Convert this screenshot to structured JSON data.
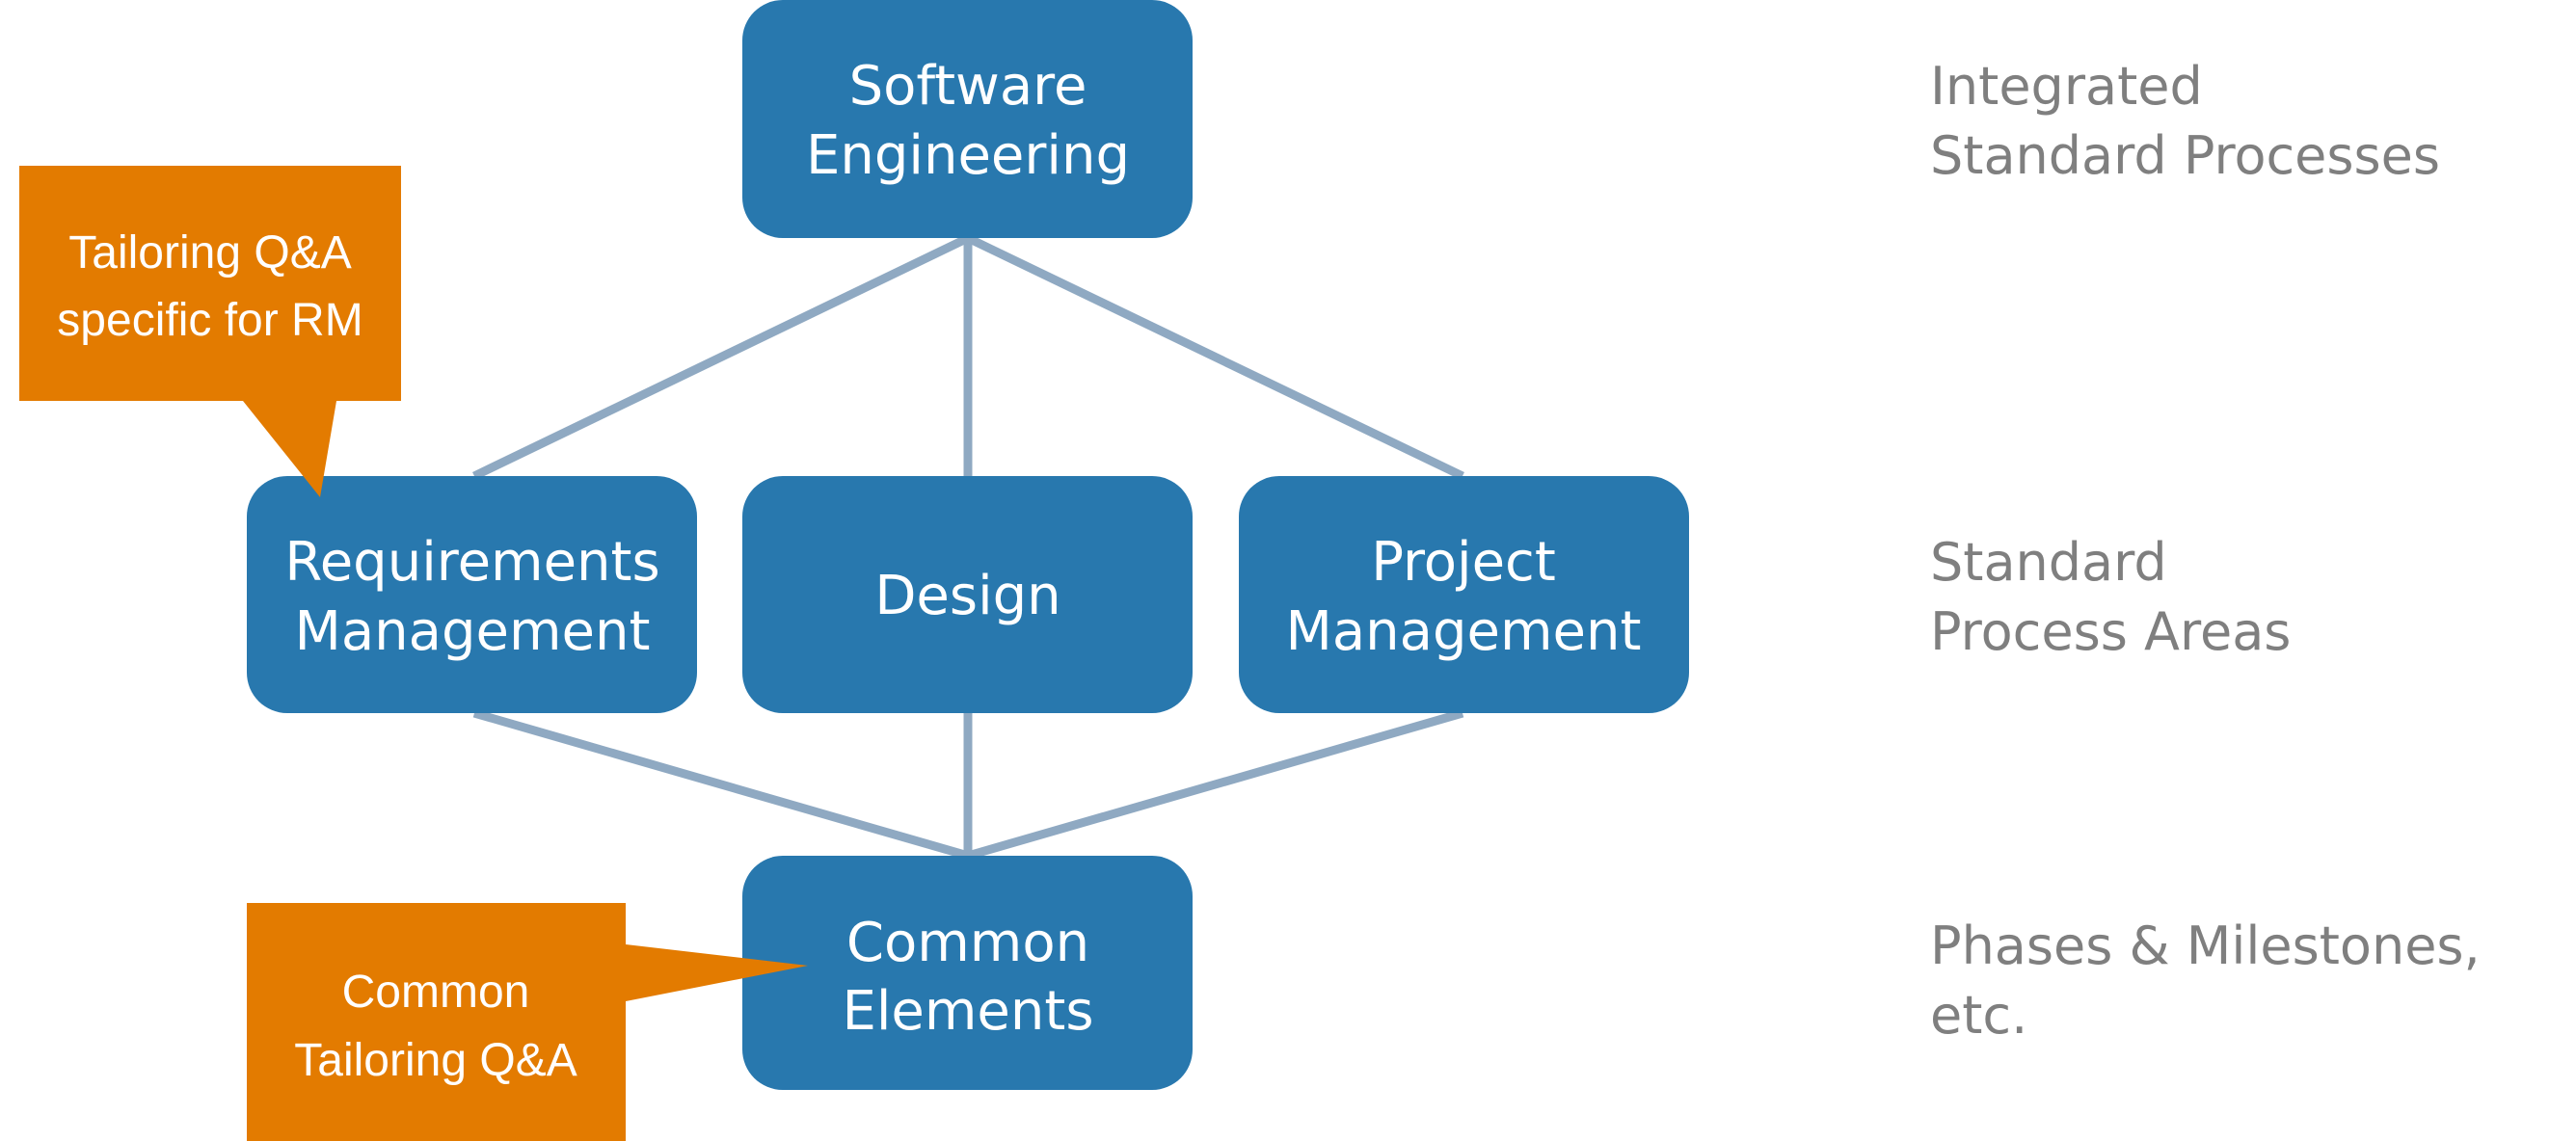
{
  "colors": {
    "box": "#2878ae",
    "callout": "#e37b00",
    "connector": "#8fa9c2",
    "side_label": "#7f7f7f"
  },
  "boxes": {
    "software_engineering": [
      "Software",
      "Engineering"
    ],
    "requirements_management": [
      "Requirements",
      "Management"
    ],
    "design": "Design",
    "project_management": [
      "Project",
      "Management"
    ],
    "common_elements": [
      "Common",
      "Elements"
    ]
  },
  "callouts": {
    "rm": [
      "Tailoring Q&A",
      "specific for RM"
    ],
    "common": [
      "Common",
      "Tailoring Q&A"
    ]
  },
  "levels": {
    "top": [
      "Integrated",
      "Standard Processes"
    ],
    "middle": [
      "Standard",
      "Process Areas"
    ],
    "bottom": [
      "Phases & Milestones,",
      "etc."
    ]
  }
}
